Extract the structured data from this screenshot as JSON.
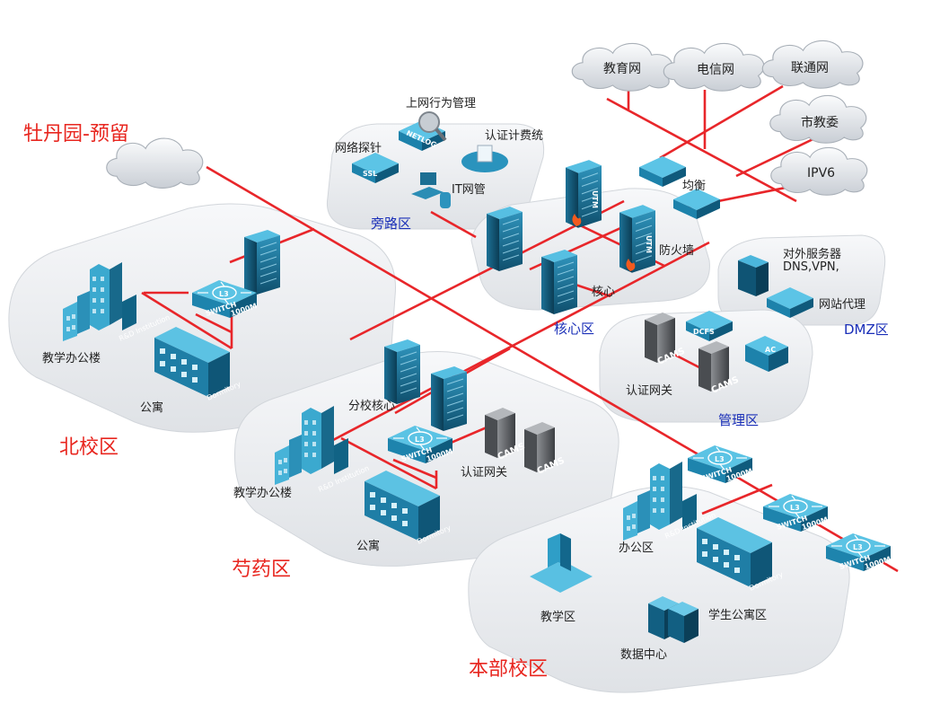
{
  "regions": {
    "mudanyuan": "牡丹园-预留",
    "north": "北校区",
    "shaoyao": "芍药区",
    "main": "本部校区"
  },
  "zones": {
    "bypass": "旁路区",
    "core": "核心区",
    "dmz": "DMZ区",
    "mgmt": "管理区"
  },
  "isp": {
    "edu": "教育网",
    "telecom": "电信网",
    "unicom": "联通网",
    "city": "市教委",
    "ipv6": "IPV6"
  },
  "labels": {
    "behavior": "上网行为管理",
    "probe": "网络探针",
    "billing": "认证计费统",
    "itmgmt": "IT网管",
    "balance": "均衡",
    "firewall": "防火墙",
    "core_sw": "核心",
    "dmz_servers_1": "对外服务器",
    "dmz_servers_2": "DNS,VPN,",
    "web_proxy": "网站代理",
    "mgmt_gateway": "认证网关",
    "north_office": "教学办公楼",
    "north_dorm": "公寓",
    "branch_core": "分校核心",
    "shaoyao_office": "教学办公楼",
    "shaoyao_dorm": "公寓",
    "shaoyao_gateway": "认证网关",
    "main_office": "办公区",
    "main_teaching": "教学区",
    "main_dorm": "学生公寓区",
    "main_dc": "数据中心"
  },
  "device_text": {
    "switch": "SWITCH",
    "speed": "1000M",
    "l3": "L3",
    "utm": "UTM",
    "cams": "CAMS",
    "dormitory": "Dormitory",
    "rd": "R&D Institution",
    "netlog": "NETLOG",
    "ssl": "SSL",
    "dcfs": "DCFS",
    "ac": "AC"
  },
  "colors": {
    "link": "#e8262a",
    "device_dark": "#15607f",
    "device_light": "#3fb3d6",
    "platform": "#eceef1",
    "zone_label": "#1a2fb8",
    "region_label": "#e8261f"
  }
}
